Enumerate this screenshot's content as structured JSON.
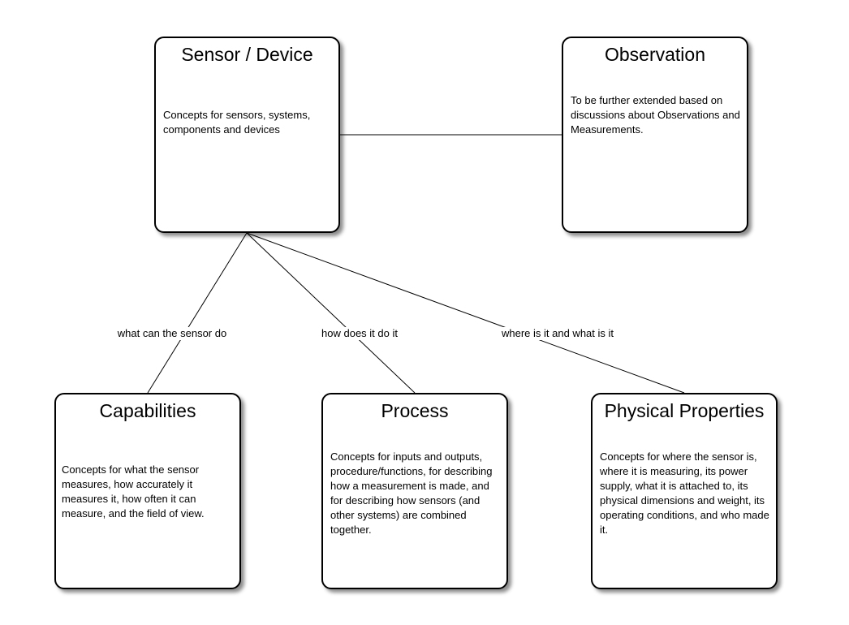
{
  "boxes": {
    "sensor": {
      "title": "Sensor / Device",
      "description": "Concepts for sensors, systems, components and devices"
    },
    "observation": {
      "title": "Observation",
      "description": "To be further extended based on discussions about Observations and Measurements."
    },
    "capabilities": {
      "title": "Capabilities",
      "description": "Concepts for what the sensor measures, how accurately it measures it, how often it can measure, and the field of view."
    },
    "process": {
      "title": "Process",
      "description": "Concepts for inputs and outputs, procedure/functions, for describing how a measurement is made, and for describing how sensors (and other systems) are combined together."
    },
    "physical": {
      "title": "Physical Properties",
      "description": "Concepts for where the sensor is, where it is measuring, its power supply, what it is attached to, its physical dimensions and weight, its operating conditions, and who made it."
    }
  },
  "edges": {
    "capabilities": "what can the sensor do",
    "process": "how does it do it",
    "physical": "where is it and what is it"
  }
}
